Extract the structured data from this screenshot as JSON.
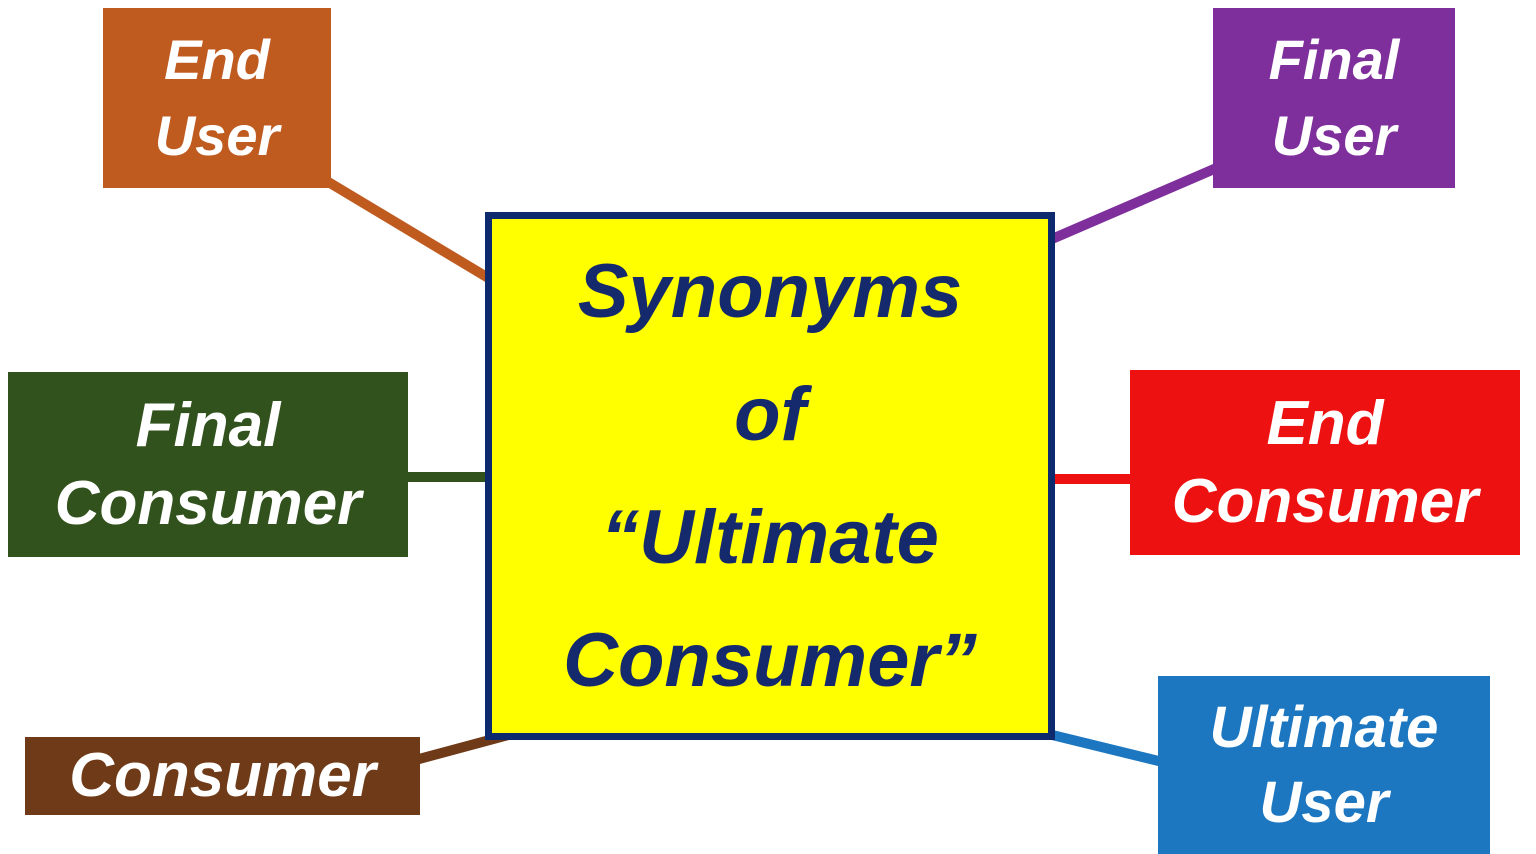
{
  "diagram": {
    "title_node": {
      "text": "Synonyms\nof\n“Ultimate\nConsumer”",
      "bg": "#ffff00",
      "border": "#0e2a6e",
      "text_color": "#15296d"
    },
    "nodes": {
      "end_user": {
        "label": "End\nUser",
        "color": "#c05b20",
        "text_color": "#ffffff"
      },
      "final_user": {
        "label": "Final\nUser",
        "color": "#7e2f9c",
        "text_color": "#ffffff"
      },
      "final_consumer": {
        "label": "Final\nConsumer",
        "color": "#31511d",
        "text_color": "#ffffff"
      },
      "end_consumer": {
        "label": "End\nConsumer",
        "color": "#ee1111",
        "text_color": "#ffffff"
      },
      "consumer": {
        "label": "Consumer",
        "color": "#6e3a17",
        "text_color": "#ffffff"
      },
      "ultimate_user": {
        "label": "Ultimate\nUser",
        "color": "#1c77c0",
        "text_color": "#ffffff"
      }
    },
    "background": "#ffffff"
  }
}
